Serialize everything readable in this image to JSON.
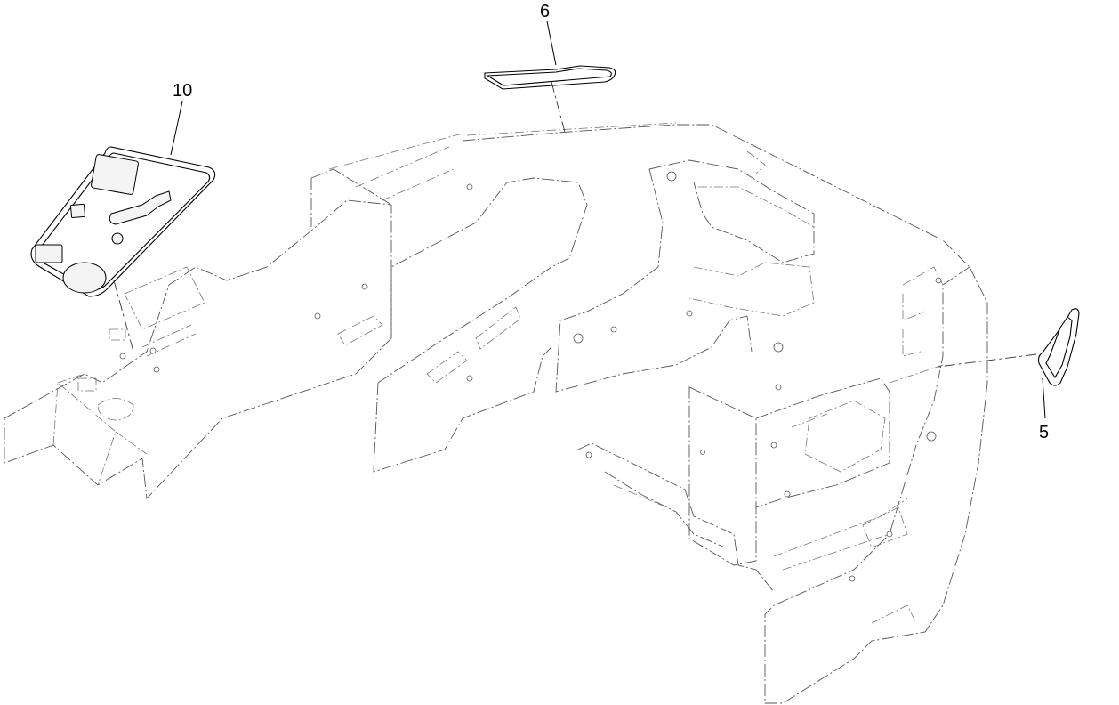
{
  "diagram": {
    "callouts": [
      {
        "id": "10",
        "label": "10"
      },
      {
        "id": "6",
        "label": "6"
      },
      {
        "id": "5",
        "label": "5"
      }
    ]
  }
}
